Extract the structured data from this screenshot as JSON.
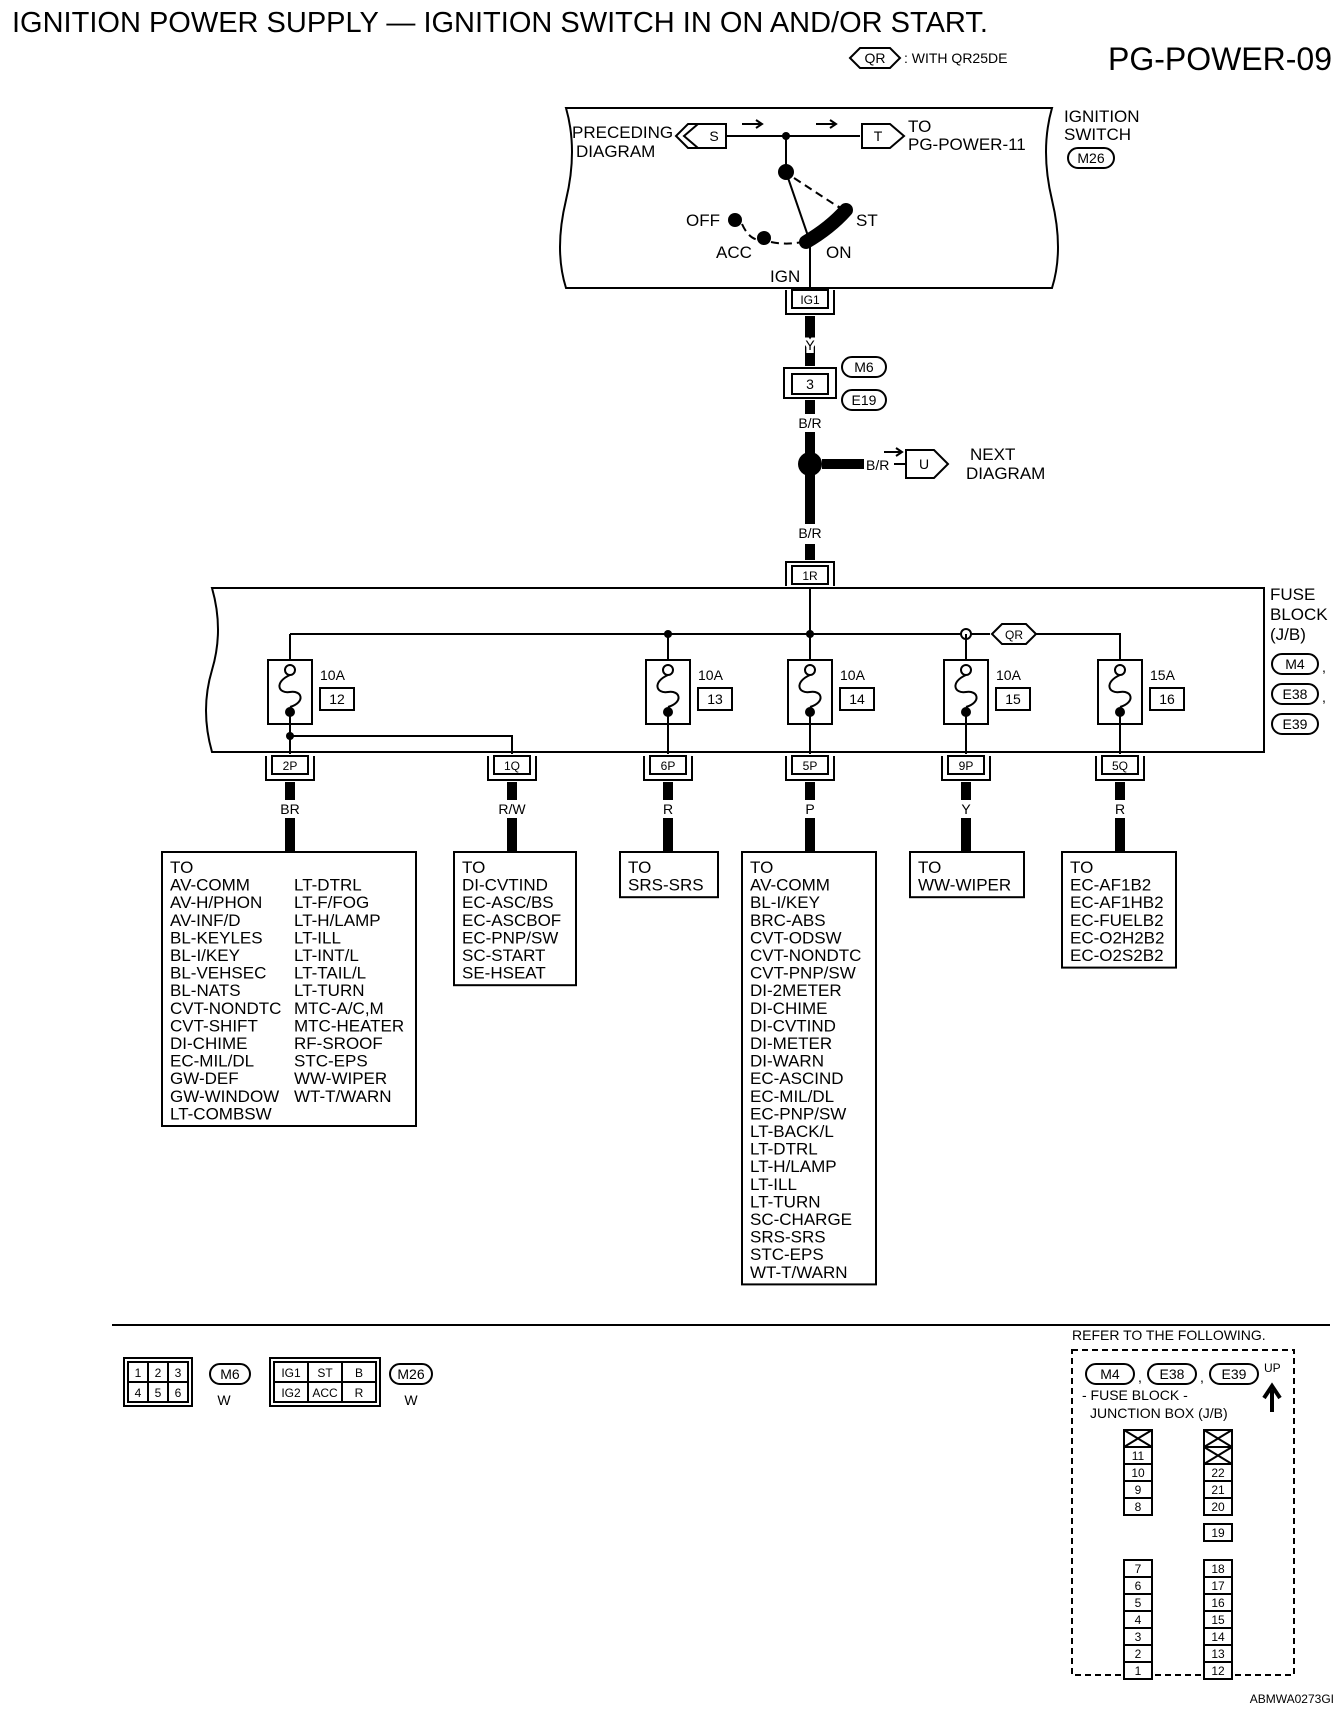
{
  "title": "IGNITION POWER SUPPLY — IGNITION SWITCH IN ON AND/OR START.",
  "page_id": "PG-POWER-09",
  "legend": {
    "badge": "QR",
    "text": ": WITH QR25DE"
  },
  "ignition_switch": {
    "label1": "IGNITION",
    "label2": "SWITCH",
    "connector": "M26",
    "preceding1": "PRECEDING",
    "preceding2": "DIAGRAM",
    "in_symbol": "S",
    "out_symbol": "T",
    "to1": "TO",
    "to2": "PG-POWER-11",
    "positions": {
      "off": "OFF",
      "acc": "ACC",
      "on": "ON",
      "st": "ST",
      "ign": "IGN"
    },
    "terminal": "IG1"
  },
  "wiring": {
    "wire1": "Y",
    "jc_pin": "3",
    "jc_conn_top": "M6",
    "jc_conn_bottom": "E19",
    "wire2": "B/R",
    "branch_wire": "B/R",
    "branch_symbol": "U",
    "next1": "NEXT",
    "next2": "DIAGRAM",
    "wire3": "B/R",
    "fb_in": "1R"
  },
  "fuse_block": {
    "label1": "FUSE",
    "label2": "BLOCK",
    "label3": "(J/B)",
    "connectors": [
      "M4",
      "E38",
      "E39"
    ],
    "comma": ",",
    "qr_badge": "QR",
    "fuses": [
      {
        "amps": "10A",
        "num": "12"
      },
      {
        "amps": "10A",
        "num": "13"
      },
      {
        "amps": "10A",
        "num": "14"
      },
      {
        "amps": "10A",
        "num": "15"
      },
      {
        "amps": "15A",
        "num": "16"
      }
    ]
  },
  "outputs": [
    {
      "terminal": "2P",
      "wire": "BR",
      "col1": [
        "TO",
        "AV-COMM",
        "AV-H/PHON",
        "AV-INF/D",
        "BL-KEYLES",
        "BL-I/KEY",
        "BL-VEHSEC",
        "BL-NATS",
        "CVT-NONDTC",
        "CVT-SHIFT",
        "DI-CHIME",
        "EC-MIL/DL",
        "GW-DEF",
        "GW-WINDOW",
        "LT-COMBSW"
      ],
      "col2": [
        "LT-DTRL",
        "LT-F/FOG",
        "LT-H/LAMP",
        "LT-ILL",
        "LT-INT/L",
        "LT-TAIL/L",
        "LT-TURN",
        "MTC-A/C,M",
        "MTC-HEATER",
        "RF-SROOF",
        "STC-EPS",
        "WW-WIPER",
        "WT-T/WARN"
      ]
    },
    {
      "terminal": "1Q",
      "wire": "R/W",
      "col1": [
        "TO",
        "DI-CVTIND",
        "EC-ASC/BS",
        "EC-ASCBOF",
        "EC-PNP/SW",
        "SC-START",
        "SE-HSEAT"
      ]
    },
    {
      "terminal": "6P",
      "wire": "R",
      "col1": [
        "TO",
        "SRS-SRS"
      ]
    },
    {
      "terminal": "5P",
      "wire": "P",
      "col1": [
        "TO",
        "AV-COMM",
        "BL-I/KEY",
        "BRC-ABS",
        "CVT-ODSW",
        "CVT-NONDTC",
        "CVT-PNP/SW",
        "DI-2METER",
        "DI-CHIME",
        "DI-CVTIND",
        "DI-METER",
        "DI-WARN",
        "EC-ASCIND",
        "EC-MIL/DL",
        "EC-PNP/SW",
        "LT-BACK/L",
        "LT-DTRL",
        "LT-H/LAMP",
        "LT-ILL",
        "LT-TURN",
        "SC-CHARGE",
        "SRS-SRS",
        "STC-EPS",
        "WT-T/WARN"
      ]
    },
    {
      "terminal": "9P",
      "wire": "Y",
      "col1": [
        "TO",
        "WW-WIPER"
      ]
    },
    {
      "terminal": "5Q",
      "wire": "R",
      "col1": [
        "TO",
        "EC-AF1B2",
        "EC-AF1HB2",
        "EC-FUELB2",
        "EC-O2H2B2",
        "EC-O2S2B2"
      ]
    }
  ],
  "connector_views": {
    "m6": {
      "pins": [
        "1",
        "2",
        "3",
        "4",
        "5",
        "6"
      ],
      "name": "M6",
      "color": "W"
    },
    "m26": {
      "pins": [
        "IG1",
        "ST",
        "B",
        "IG2",
        "ACC",
        "R"
      ],
      "name": "M26",
      "color": "W"
    }
  },
  "jb_ref": {
    "header": "REFER TO THE FOLLOWING.",
    "conns": [
      "M4",
      "E38",
      "E39"
    ],
    "comma": ",",
    "up": "UP",
    "title1": "- FUSE BLOCK -",
    "title2": "JUNCTION BOX (J/B)",
    "left_top": [
      "11",
      "10",
      "9",
      "8"
    ],
    "left_bottom": [
      "7",
      "6",
      "5",
      "4",
      "3",
      "2",
      "1"
    ],
    "right_top": [
      "22",
      "21",
      "20"
    ],
    "right_mid": "19",
    "right_bottom": [
      "18",
      "17",
      "16",
      "15",
      "14",
      "13",
      "12"
    ]
  },
  "ref_code": "ABMWA0273GI"
}
